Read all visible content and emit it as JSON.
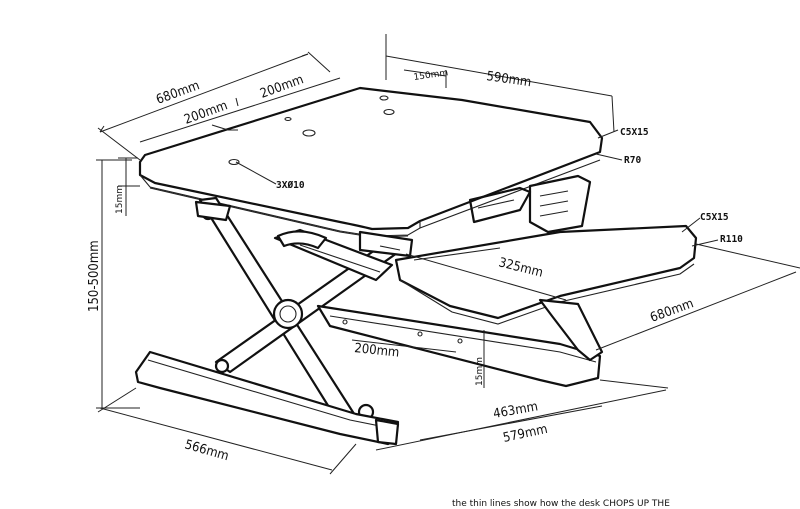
{
  "dimensions": {
    "top_depth": "680mm",
    "top_width": "590mm",
    "top_offset_left": "200mm",
    "top_offset_mid": "200mm",
    "top_step": "150mm",
    "top_thickness": "15mm",
    "height_range": "150-500mm",
    "keyboard_depth": "325mm",
    "keyboard_width": "680mm",
    "keyboard_offset": "200mm",
    "keyboard_thickness": "15mm",
    "base_depth": "566mm",
    "base_inner_width": "463mm",
    "base_outer_width": "579mm"
  },
  "notes": {
    "top_chamfer": "C5X15",
    "top_radius": "R70",
    "hole": "3XØ10",
    "keyboard_chamfer": "C5X15",
    "keyboard_radius": "R110"
  },
  "footer_text": "the thin lines show how the desk CHOPS UP THE"
}
